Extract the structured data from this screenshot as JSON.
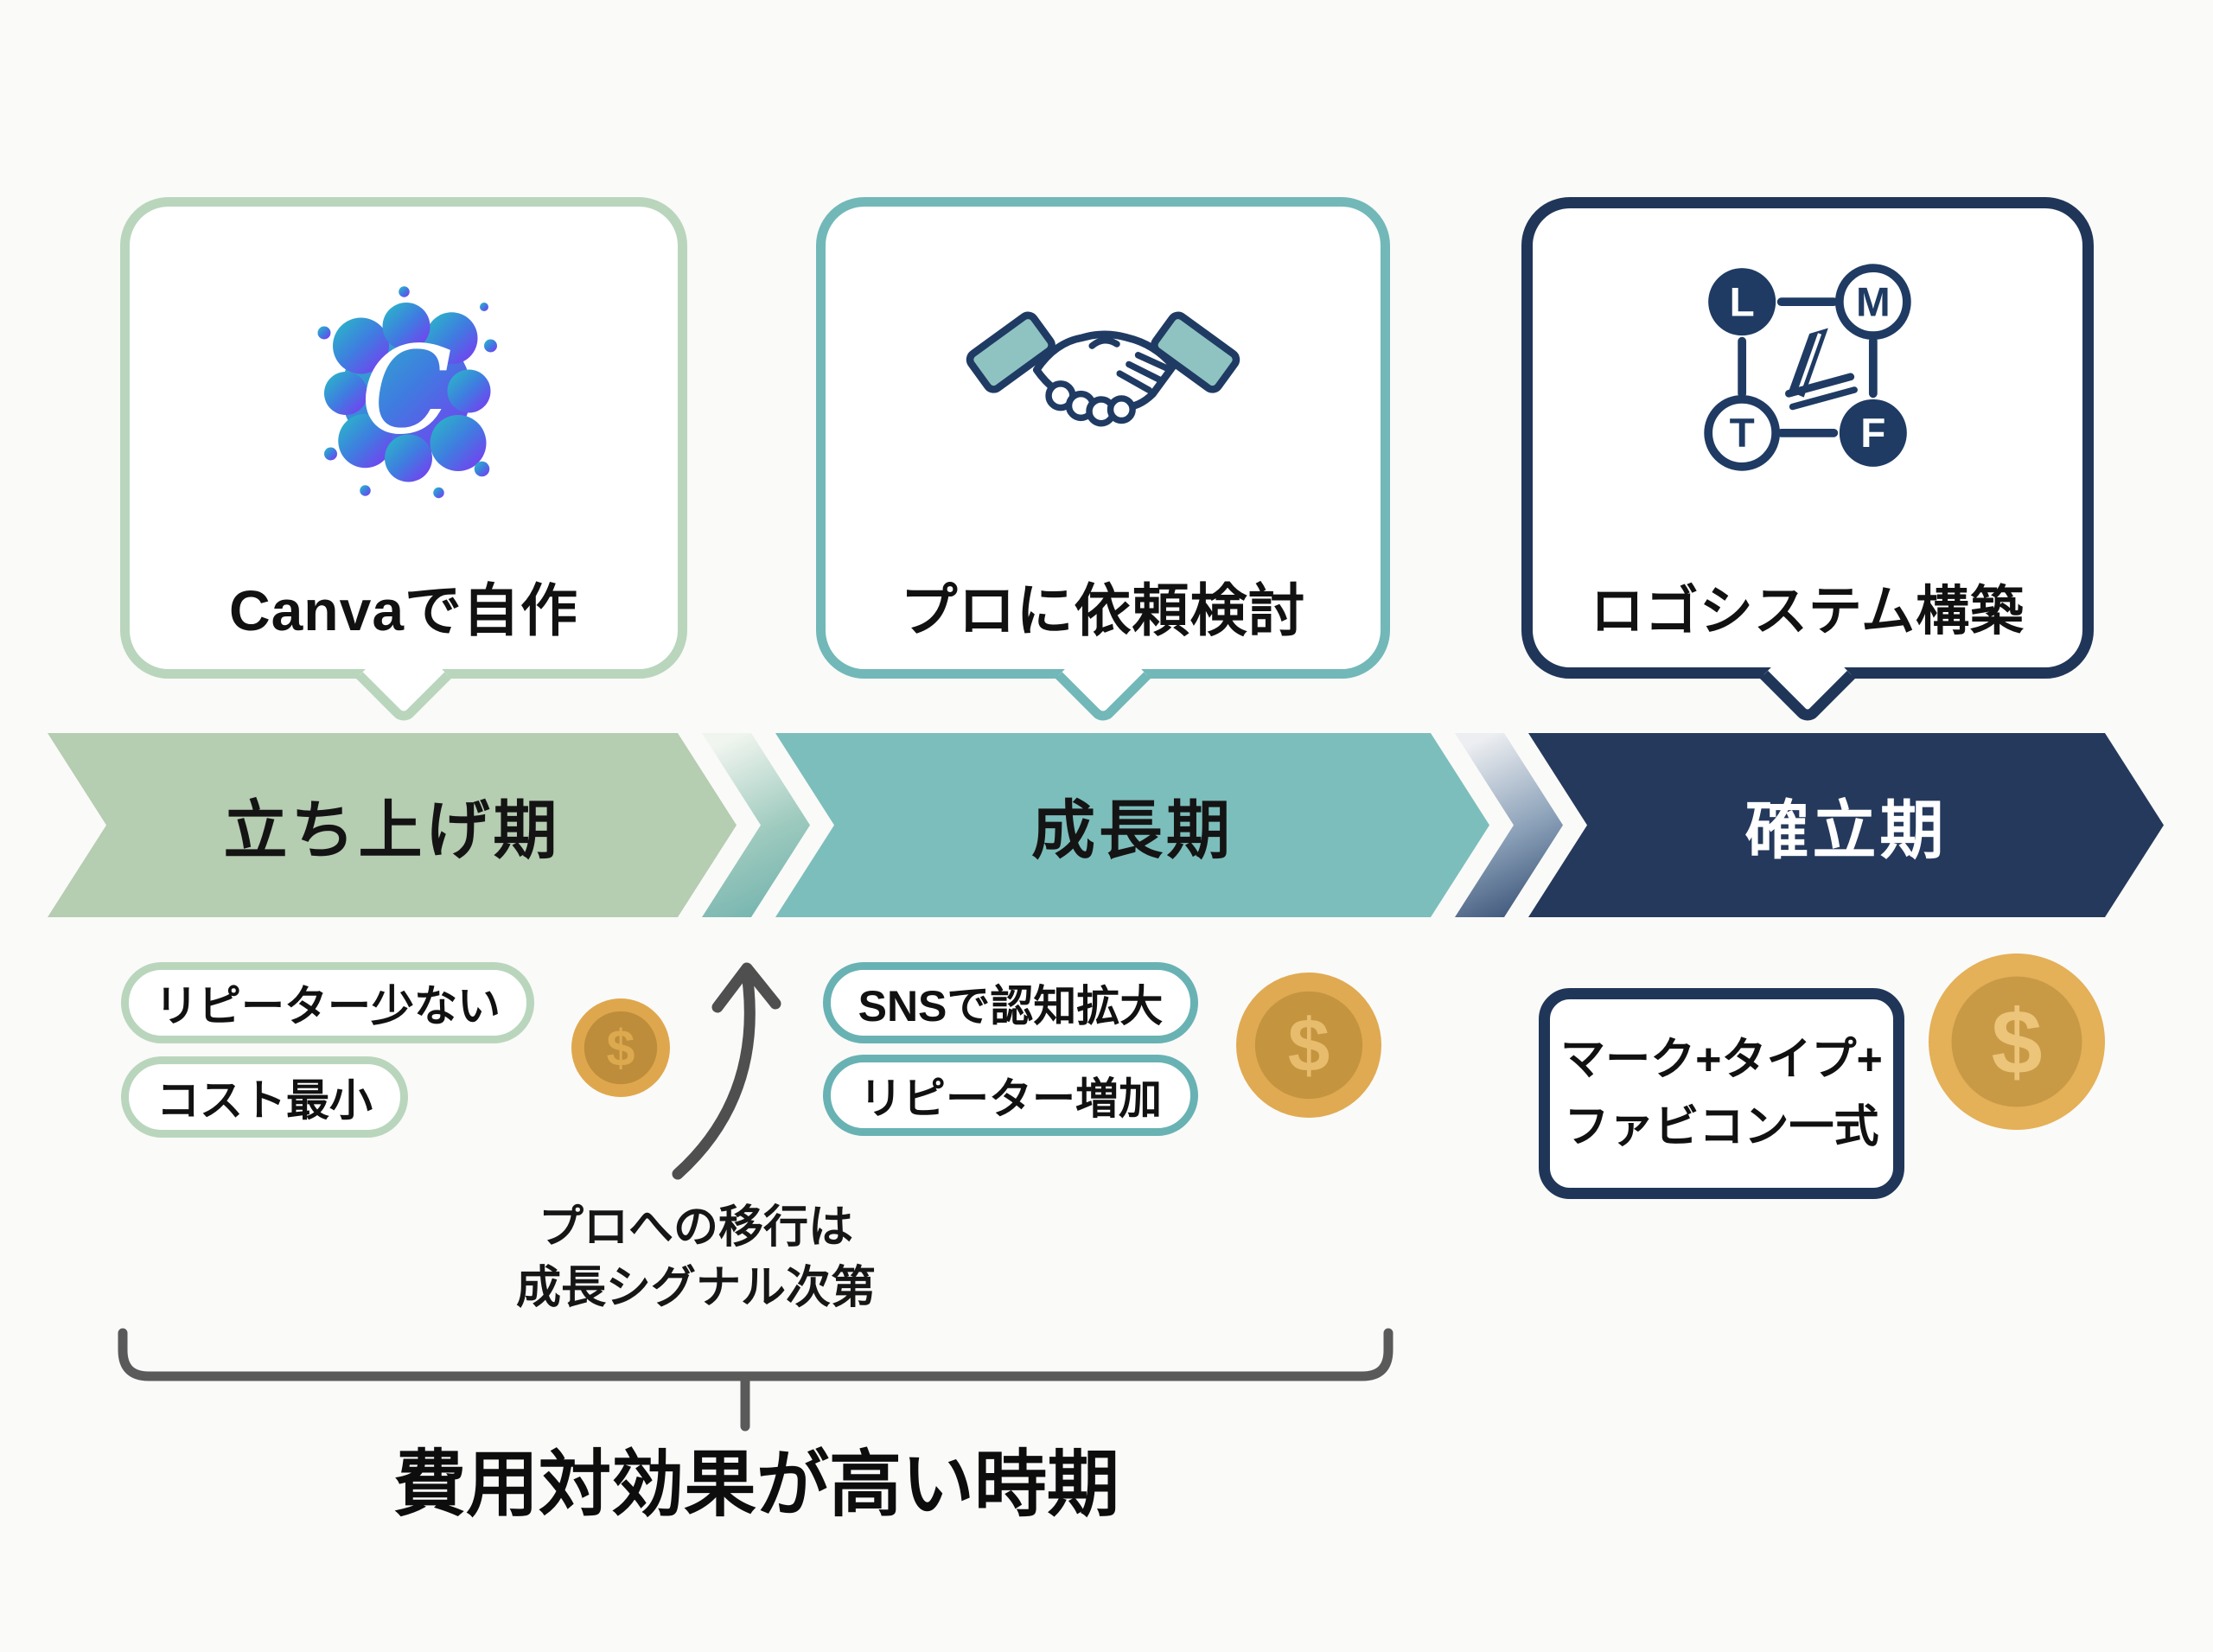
{
  "bubbles": [
    {
      "caption": "Canvaで自作",
      "icon": "canva-logo",
      "border_color": "#b9d6bd"
    },
    {
      "caption": "プロに依頼検討",
      "icon": "handshake",
      "border_color": "#72b8b8"
    },
    {
      "caption": "ロゴシステム構築",
      "icon": "logo-system",
      "border_color": "#203659"
    }
  ],
  "phases": [
    {
      "label": "立ち上げ期",
      "fill": "#b5cdb1",
      "text_color": "#141414"
    },
    {
      "label": "成長期",
      "fill": "#7cbebb",
      "text_color": "#141414"
    },
    {
      "label": "確立期",
      "fill": "#24395c",
      "text_color": "#ffffff"
    }
  ],
  "phase_notes": {
    "launch": [
      "リピーター少ない",
      "コスト最小"
    ],
    "growth": [
      "SNSで認知拡大",
      "リピーター増加"
    ],
    "established": {
      "line1": "マーク+タイプ+",
      "line2": "ファビコン一式"
    }
  },
  "transition_note": {
    "line1": "プロへの移行は",
    "line2": "成長シグナル次第"
  },
  "bottom_label": "費用対効果が高い時期",
  "coins": {
    "symbol": "$",
    "sizes": [
      "small",
      "medium",
      "large"
    ]
  },
  "logo_system_icon": {
    "nodes": [
      "L",
      "M",
      "T",
      "F"
    ]
  },
  "canva_icon_letter": "C",
  "colors": {
    "sage": "#b5cdb1",
    "teal": "#7cbebb",
    "navy": "#24395c",
    "gold_outer": "#e0aa52",
    "gold_inner": "#c4943f",
    "gold_symbol": "#e7bc6d",
    "annotation_gray": "#5a5a5a"
  }
}
